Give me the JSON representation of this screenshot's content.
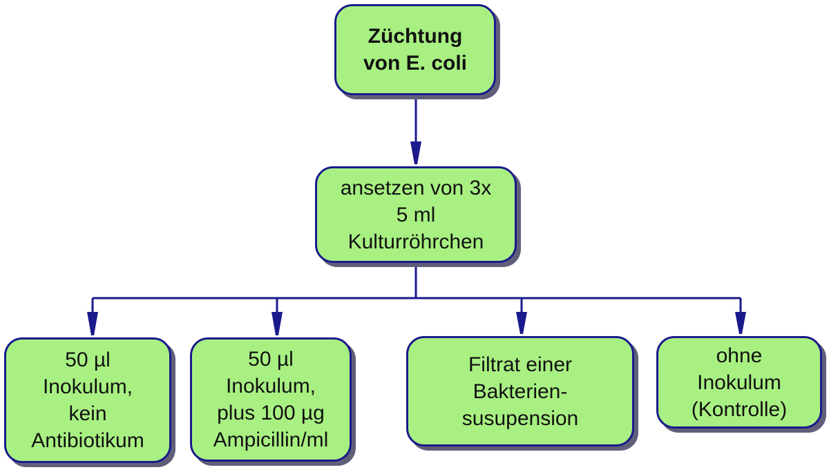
{
  "colors": {
    "node_fill": "#a8f082",
    "node_border": "#1a1a8c",
    "connector": "#1a1a8c",
    "shadow": "#5f5f7a"
  },
  "nodes": {
    "root": {
      "text": "Züchtung\nvon E. coli"
    },
    "middle": {
      "text": "ansetzen von 3x\n5 ml\nKulturröhrchen"
    },
    "leaf_1": {
      "text": "50 µl\nInokulum,\nkein\nAntibiotikum"
    },
    "leaf_2": {
      "text": "50 µl\nInokulum,\nplus 100 µg\nAmpicillin/ml"
    },
    "leaf_3": {
      "text": "Filtrat einer\nBakterien-\nsusupension"
    },
    "leaf_4": {
      "text": "ohne\nInokulum\n(Kontrolle)"
    }
  },
  "edges": [
    {
      "from": "root",
      "to": "middle"
    },
    {
      "from": "middle",
      "to": "leaf_1"
    },
    {
      "from": "middle",
      "to": "leaf_2"
    },
    {
      "from": "middle",
      "to": "leaf_3"
    },
    {
      "from": "middle",
      "to": "leaf_4"
    }
  ]
}
